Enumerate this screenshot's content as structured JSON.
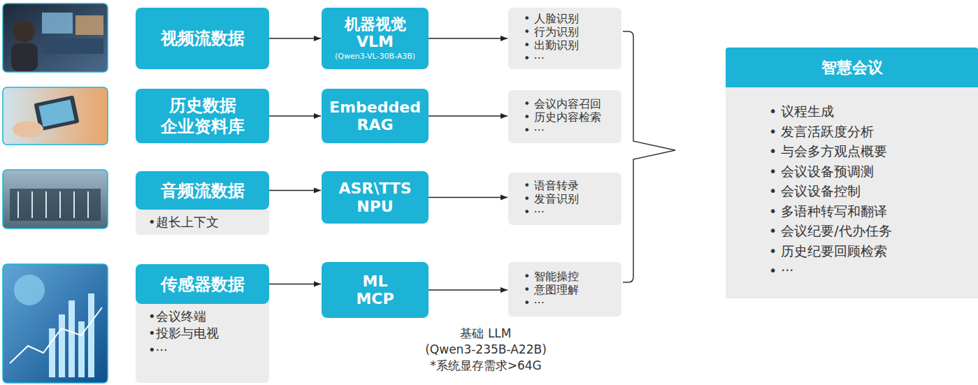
{
  "diagram": {
    "nodes": [
      {
        "text": [
          "视频流数据"
        ]
      },
      {
        "text": [
          "机器视觉 VLM",
          "(Qwen3-VL-30B-A3B)"
        ]
      },
      {
        "text": [
          "• 人脸识别",
          "• 行为识别",
          "• 出勤识别",
          "• ···"
        ]
      },
      {
        "text": [
          "历史数据 企业资料库"
        ]
      },
      {
        "text": [
          "Embedded RAG"
        ]
      },
      {
        "text": [
          "• 会议内容召回",
          "• 历史内容检索",
          "• ···"
        ]
      },
      {
        "text": [
          "音频流数据"
        ]
      },
      {
        "text": [
          "•超长上下文"
        ]
      },
      {
        "text": [
          "ASR\\TTS NPU"
        ]
      },
      {
        "text": [
          "• 语音转录",
          "• 发音识别",
          "• ···"
        ]
      },
      {
        "text": [
          "传感器数据"
        ]
      },
      {
        "text": [
          "•会议终端",
          "•投影与电视",
          "•···"
        ]
      },
      {
        "text": [
          "ML MCP"
        ]
      },
      {
        "text": [
          "• 智能操控",
          "• 意图理解",
          "• ···"
        ]
      },
      {
        "text": [
          "智慧会议"
        ]
      },
      {
        "text": [
          "• 议程生成",
          "• 发言活跃度分析",
          "• 与会多方观点概要",
          "• 会议设备预调测",
          "• 会议设备控制",
          "• 多语种转写和翻译",
          "• 会议纪要/代办任务",
          "• 历史纪要回顾检索",
          "• ···"
        ]
      }
    ],
    "edges": [
      {
        "from": 0,
        "to": 1,
        "arrow": "to"
      },
      {
        "from": 1,
        "to": 2,
        "arrow": "to"
      },
      {
        "from": 3,
        "to": 4,
        "arrow": "to"
      },
      {
        "from": 4,
        "to": 5,
        "arrow": "to"
      },
      {
        "from": 6,
        "to": 8,
        "arrow": "to"
      },
      {
        "from": 8,
        "to": 9,
        "arrow": "to"
      },
      {
        "from": 10,
        "to": 12,
        "arrow": "to"
      },
      {
        "from": 12,
        "to": 13,
        "arrow": "to"
      }
    ],
    "labels": [
      "基础 LLM",
      "(Qwen3-235B-A22B)",
      "*系统显存需求>64G"
    ]
  }
}
